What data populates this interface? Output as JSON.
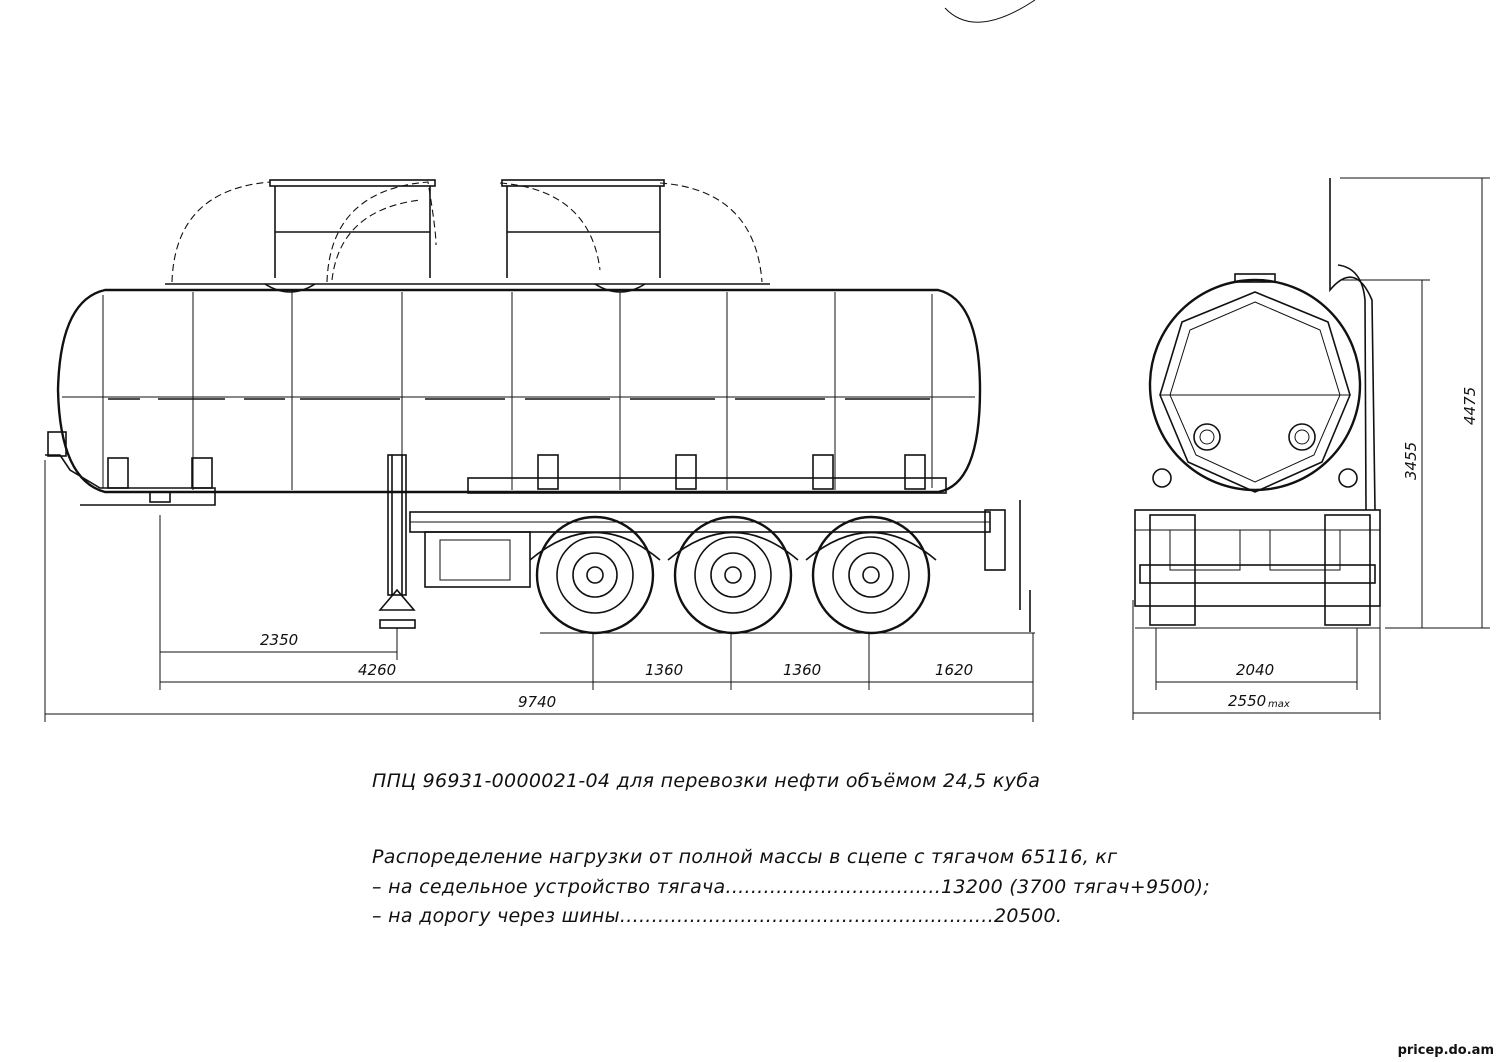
{
  "drawing": {
    "title": "ППЦ 96931-0000021-04 для перевозки нефти объёмом 24,5 куба",
    "dimensions": {
      "side_view": {
        "support_to_kingpin": "2350",
        "kingpin_to_first_axle": "4260",
        "axle_spacing_1": "1360",
        "axle_spacing_2": "1360",
        "rear_overhang": "1620",
        "overall_length": "9740"
      },
      "rear_view": {
        "track_width": "2040",
        "overall_width": "2550",
        "overall_width_note": "max",
        "tank_height": "3455",
        "overall_height": "4475"
      }
    }
  },
  "load_distribution": {
    "heading": "Распоределение нагрузки от полной массы в сцепе с тягачом 65116, кг",
    "line_1": "– на седельное устройство тягача..................................13200 (3700 тягач+9500);",
    "line_2": "– на дорогу через шины...........................................................20500."
  },
  "footer": {
    "source": "pricep.do.am"
  }
}
